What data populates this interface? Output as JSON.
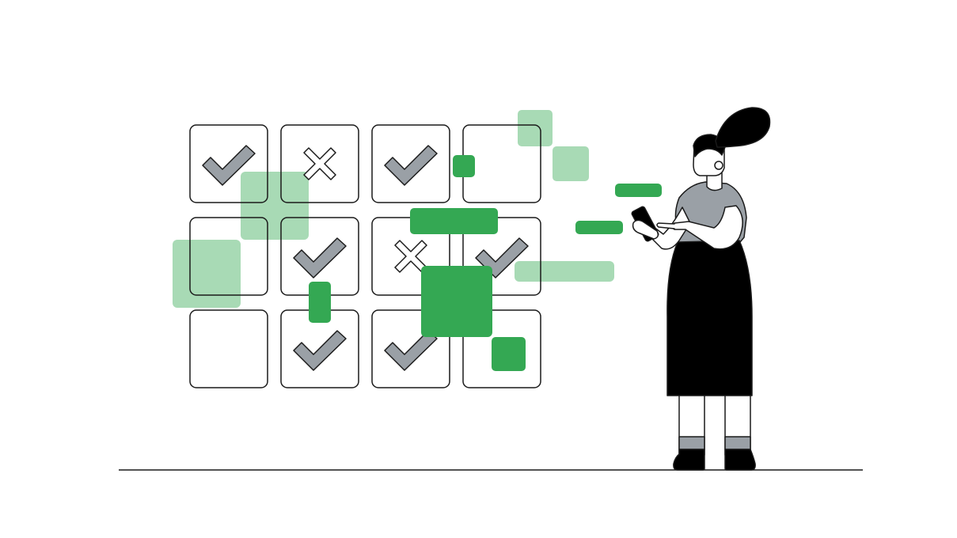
{
  "colors": {
    "background": "#ffffff",
    "outline": "#1a1a1a",
    "mark_gray": "#9aa0a6",
    "green_dark": "#34a853",
    "green_light": "#a8dab5",
    "skirt": "#000000",
    "hair": "#000000",
    "shirt": "#9aa0a6",
    "sock_stripe": "#9aa0a6"
  },
  "grid": {
    "rows": 3,
    "cols": 4,
    "cells": [
      [
        "check-icon",
        "x-icon",
        "check-icon",
        "empty"
      ],
      [
        "empty",
        "check-icon",
        "x-icon",
        "check-icon"
      ],
      [
        "empty",
        "check-icon",
        "check-icon",
        "empty"
      ]
    ]
  },
  "figure": {
    "holding": "smartphone-icon"
  }
}
